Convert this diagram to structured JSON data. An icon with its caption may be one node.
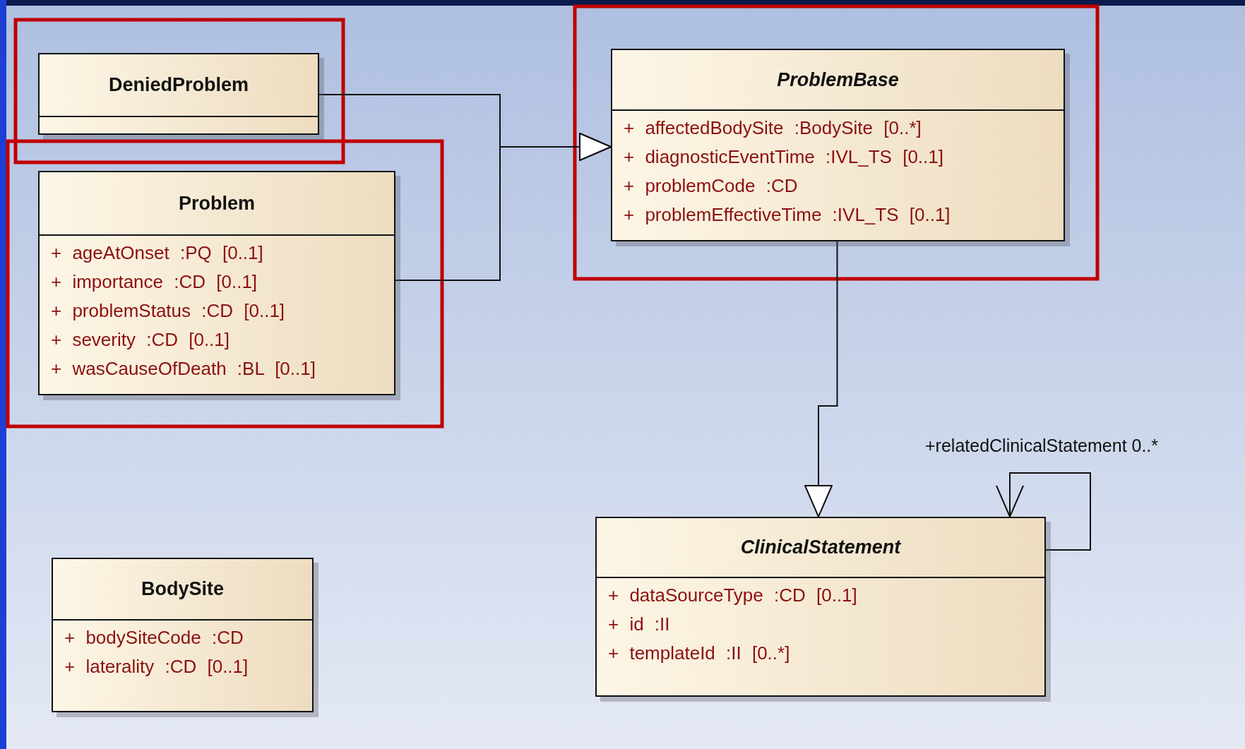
{
  "diagram": {
    "nodes": [
      {
        "text": [
          "DeniedProblem"
        ]
      },
      {
        "text": [
          "Problem",
          "+ ageAtOnset :PQ [0..1]",
          "+ importance :CD [0..1]",
          "+ problemStatus :CD [0..1]",
          "+ severity :CD [0..1]",
          "+ wasCauseOfDeath :BL [0..1]"
        ]
      },
      {
        "text": [
          "ProblemBase",
          "+ affectedBodySite :BodySite [0..*]",
          "+ diagnosticEventTime :IVL_TS [0..1]",
          "+ problemCode :CD",
          "+ problemEffectiveTime :IVL_TS [0..1]"
        ]
      },
      {
        "text": [
          "ClinicalStatement",
          "+ dataSourceType :CD [0..1]",
          "+ id :II",
          "+ templateId :II [0..*]"
        ]
      },
      {
        "text": [
          "BodySite",
          "+ bodySiteCode :CD",
          "+ laterality :CD [0..1]"
        ]
      }
    ],
    "edges": [
      {
        "from": 0,
        "to": 2,
        "arrow": "to"
      },
      {
        "from": 1,
        "to": 2,
        "arrow": "to"
      },
      {
        "from": 2,
        "to": 3,
        "arrow": "to"
      },
      {
        "from": 3,
        "to": 3,
        "arrow": "to",
        "label": "+relatedClinicalStatement 0..*"
      }
    ]
  }
}
